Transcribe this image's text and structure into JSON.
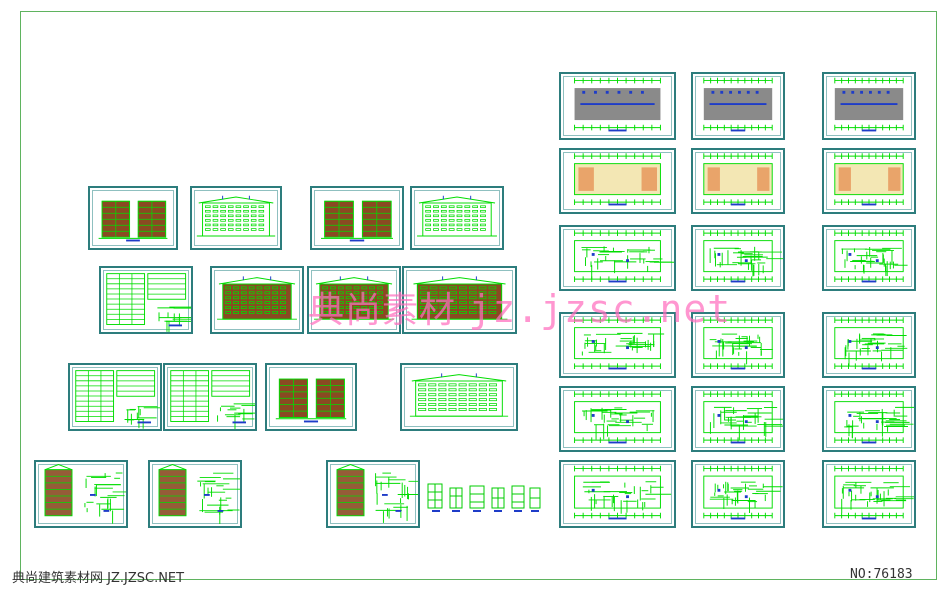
{
  "watermark": {
    "cn": "典尚素材",
    "url": "jz.jzsc.net"
  },
  "footer": {
    "site": "典尚建筑素材网 JZ.JZSC.NET",
    "number": "NO:76183"
  },
  "colors": {
    "frame": "#2d7d7d",
    "line": "#00dd00",
    "blue": "#1e3cc8",
    "brown": "#8a4a22",
    "watermark": "#ff6ebe",
    "border": "#5fb35f"
  }
}
